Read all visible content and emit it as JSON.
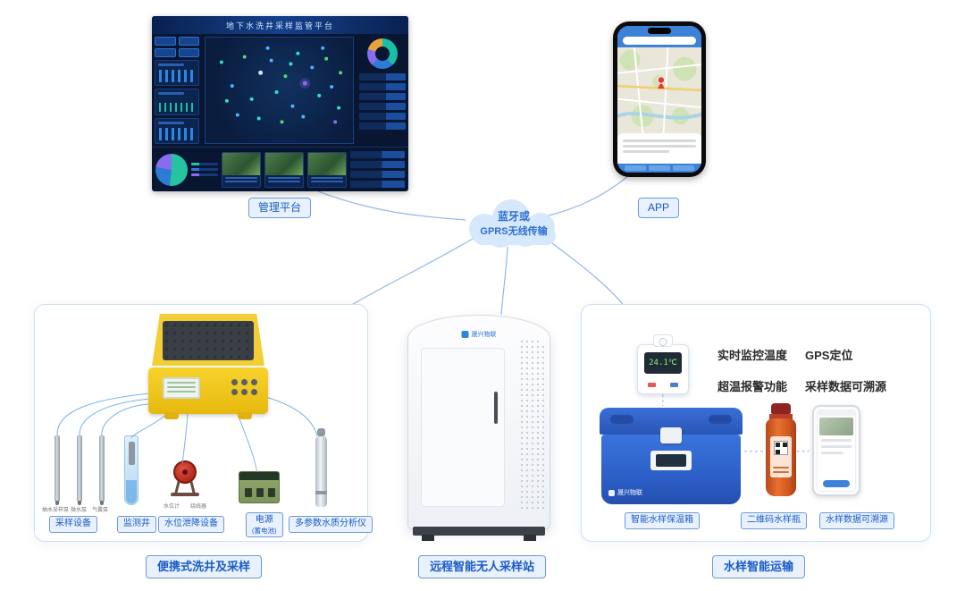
{
  "colors": {
    "accent_blue": "#1a5bc8",
    "label_bg": "#e8f1fd",
    "label_border": "#6a9bdc",
    "cloud_fill": "#d6e8fb",
    "connector_line": "#90b9e6",
    "cooler_blue": "#2f63c8",
    "case_yellow": "#f2cd35",
    "bottle_orange": "#d95b22",
    "dashboard_navy": "#081632"
  },
  "cloud": {
    "line1": "蓝牙或",
    "line2": "GPRS无线传输"
  },
  "platform": {
    "label": "管理平台",
    "dashboard_title": "地下水洗井采样监管平台"
  },
  "app": {
    "label": "APP"
  },
  "station": {
    "label": "远程智能无人采样站",
    "brand": "晟兴物联"
  },
  "portable": {
    "section_label": "便携式洗井及采样",
    "equipment": {
      "sampling": "采样设备",
      "well": "监测井",
      "drawdown": "水位泄降设备",
      "power": "电源",
      "power_sub": "(蓄电池)",
      "analyzer": "多参数水质分析仪"
    },
    "pump_labels": [
      "抽水采样泵",
      "微水泵",
      "气囊泵"
    ],
    "reel_labels": [
      "水位计",
      "绕线器"
    ]
  },
  "transport": {
    "section_label": "水样智能运输",
    "features": [
      "实时监控温度",
      "GPS定位",
      "超温报警功能",
      "采样数据可溯源"
    ],
    "thermometer_reading": "24.1℃",
    "items": {
      "cooler": "智能水样保温箱",
      "bottle": "二维码水样瓶",
      "traceable": "水样数据可溯源"
    },
    "cooler_brand": "晟兴物联"
  }
}
